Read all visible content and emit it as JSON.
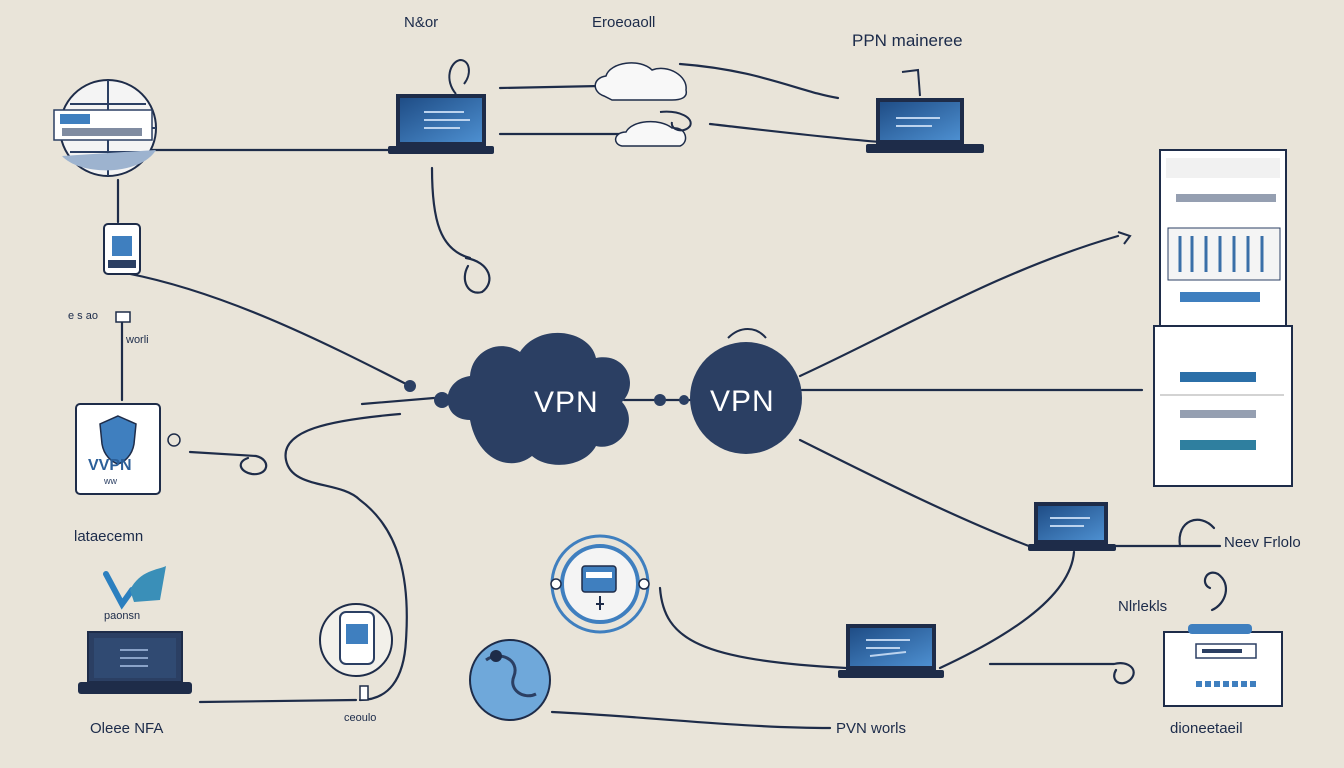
{
  "colors": {
    "background": "#e9e4d9",
    "line": "#1e2c49",
    "node_fill": "#2b3f63",
    "screen": "#2d5f96",
    "accent_blue": "#3f7fbf"
  },
  "center": {
    "cloud_label": "VPN",
    "circle_label": "VPN"
  },
  "labels": {
    "top_left": "N&or",
    "top_center": "Eroeoaoll",
    "top_right": "PPN maineree",
    "left_small": "e s ao",
    "left_world": "worli",
    "shield_text": "VVPN",
    "shield_subtext": "ww",
    "left_caption": "lataecemn",
    "logo_caption": "paonsn",
    "bottom_left": "Oleee NFA",
    "bottom_mid_small": "ceoulo",
    "bottom_center": "PVN worls",
    "right_mid": "Neev Frlolo",
    "right_lower": "Nlrlekls",
    "bottom_right": "dioneetaeil"
  },
  "icons": {
    "globe": "globe-icon",
    "laptop": "laptop-icon",
    "cloud": "cloud-icon",
    "server": "server-rack-icon",
    "shield": "shield-icon",
    "phone": "phone-icon",
    "lock": "lock-icon"
  }
}
